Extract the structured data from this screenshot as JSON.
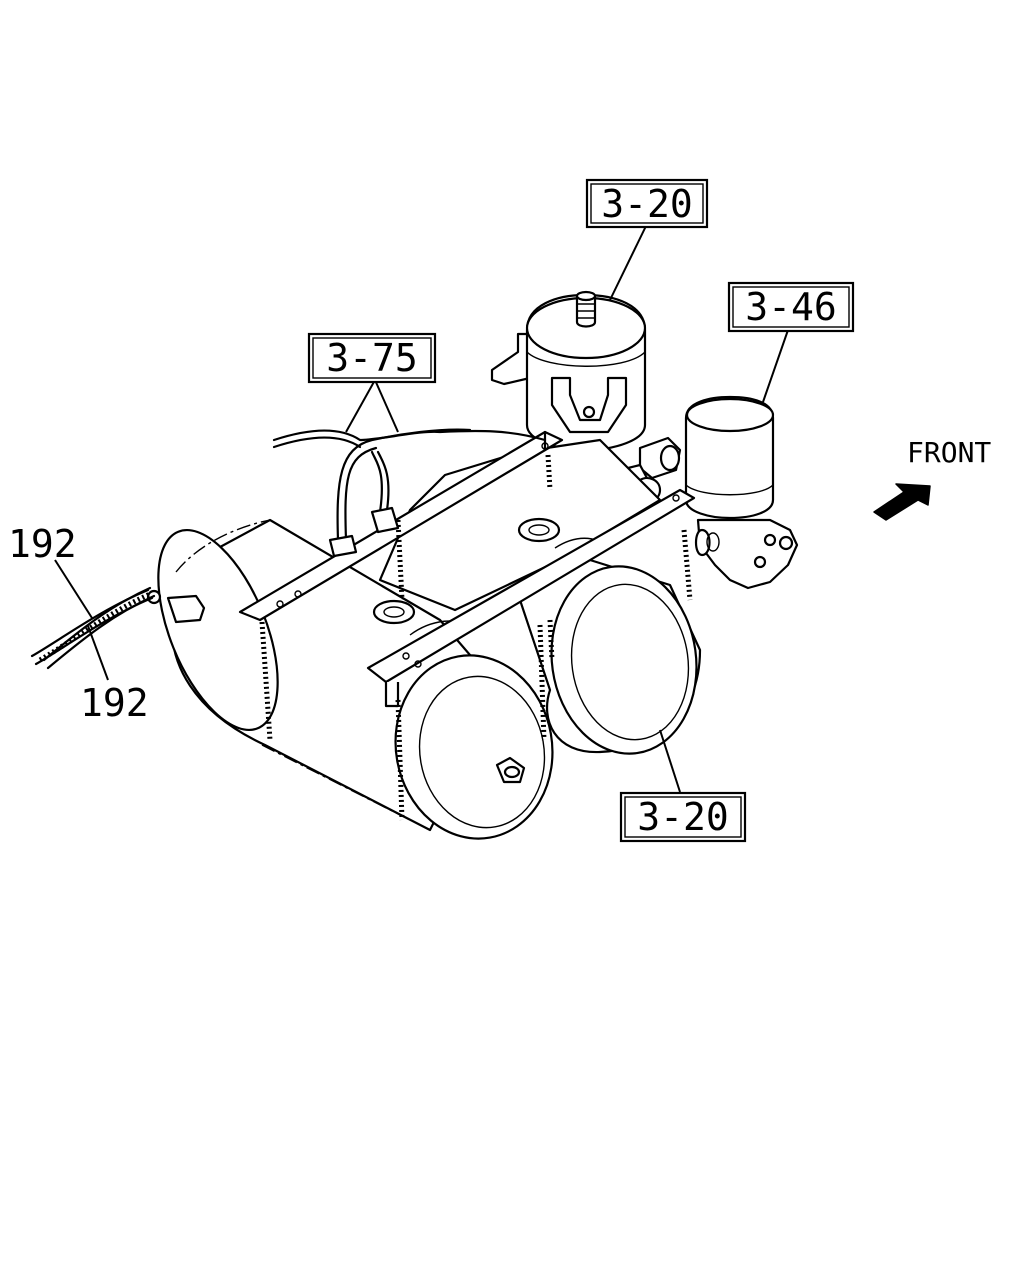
{
  "callouts": {
    "top_tank": "3-20",
    "dryer": "3-46",
    "pipes": "3-75",
    "bottom_tank": "3-20"
  },
  "labels": {
    "hose_upper": "192",
    "hose_lower": "192",
    "front": "FRONT"
  },
  "icons": {
    "front_arrow": "front-direction-arrow-icon"
  }
}
